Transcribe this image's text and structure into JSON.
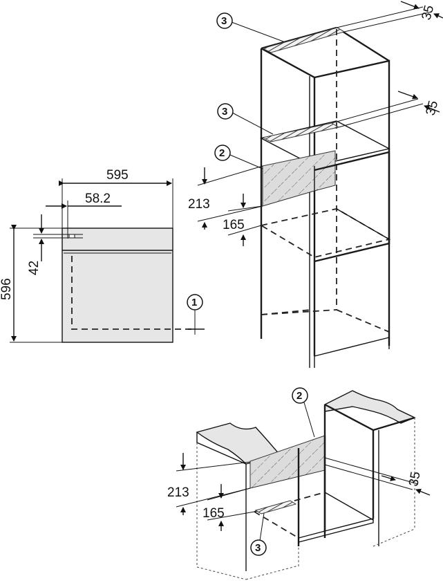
{
  "front_view": {
    "width_label": "595",
    "offset_label": "58.2",
    "height_label": "596",
    "panel_label": "42"
  },
  "tall_unit": {
    "top_vent_label": "35",
    "mid_vent_label": "35",
    "opening_label": "213",
    "gap_label": "165"
  },
  "base_unit": {
    "vent_label": "35",
    "opening_label": "213",
    "gap_label": "165"
  },
  "callouts": {
    "one": "1",
    "two": "2",
    "three": "3"
  }
}
